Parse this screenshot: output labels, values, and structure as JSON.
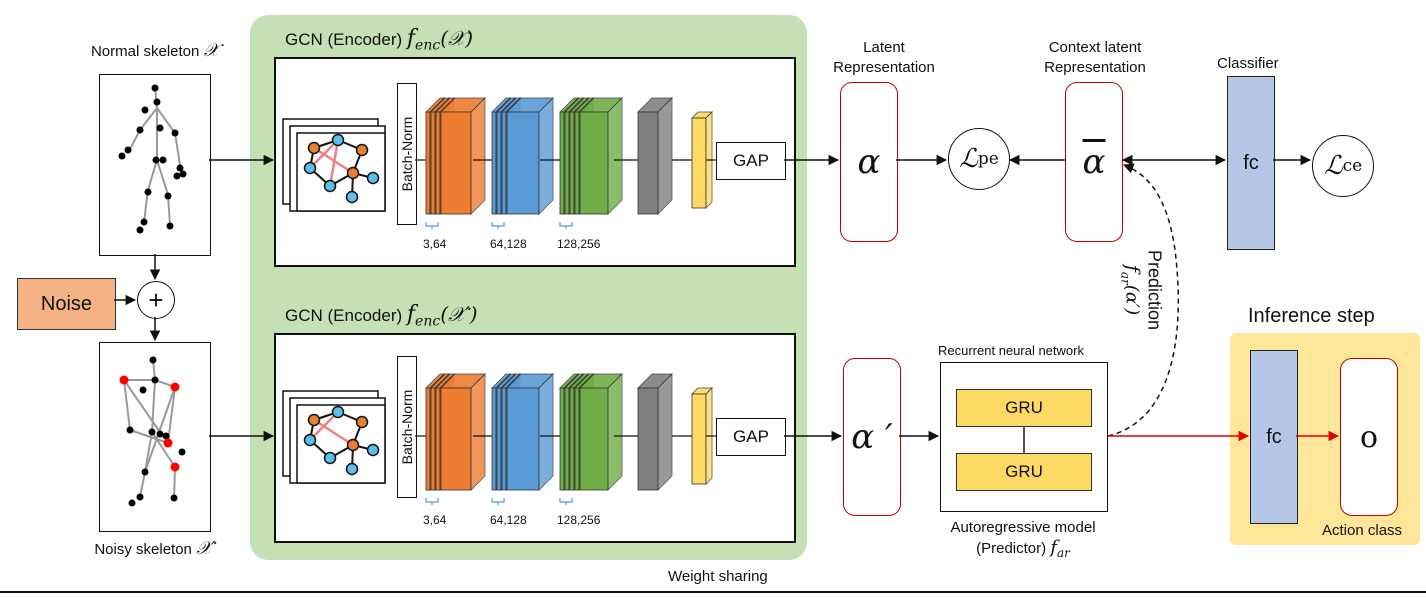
{
  "skeleton": {
    "normal_label": "Normal skeleton",
    "normal_symbol": "𝒳",
    "noisy_label": "Noisy skeleton",
    "noisy_symbol": "𝒳′"
  },
  "noise": {
    "label": "Noise",
    "plus": "+"
  },
  "encoder_top": {
    "title": "GCN (Encoder) ",
    "func": "f",
    "sub": "enc",
    "arg": "(𝒳)"
  },
  "encoder_bottom": {
    "title": "GCN (Encoder) ",
    "func": "f",
    "sub": "enc",
    "arg": "(𝒳′)"
  },
  "encoder_parts": {
    "batch_norm": "Batch-Norm",
    "gap": "GAP",
    "dims": [
      "3,64",
      "64,128",
      "128,256"
    ]
  },
  "weight_sharing": "Weight sharing",
  "latent": {
    "label_line1": "Latent",
    "label_line2": "Representation",
    "alpha": "α",
    "alpha_prime": "α ′"
  },
  "context_latent": {
    "label_line1": "Context latent",
    "label_line2": "Representation",
    "alpha_bar": "α"
  },
  "losses": {
    "pe_main": "ℒ",
    "pe_sub": "pe",
    "ce_main": "ℒ",
    "ce_sub": "ce"
  },
  "classifier": {
    "label": "Classifier",
    "fc": "fc"
  },
  "rnn": {
    "title": "Recurrent neural network",
    "gru_top": "GRU",
    "gru_bottom": "GRU",
    "caption_line1": "Autoregressive model",
    "caption_line2": "(Predictor) ",
    "caption_func": "f",
    "caption_sub": "ar"
  },
  "prediction": {
    "label": "Prediction",
    "func": "f",
    "sub": "ar",
    "arg": "(α′)"
  },
  "inference": {
    "title": "Inference step",
    "fc": "fc",
    "output": "o",
    "output_label": "Action class"
  },
  "colors": {
    "encoder_bg": "#c5e0b4",
    "orange": "#ed7d31",
    "blue": "#5b9bd5",
    "green": "#70ad47",
    "gray": "#808080",
    "yellow": "#ffd966",
    "noise": "#f4b183",
    "classifier": "#b4c7e7",
    "inference_bg": "#ffe699",
    "red": "#c00000"
  }
}
